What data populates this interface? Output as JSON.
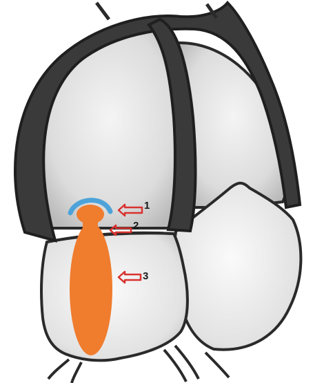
{
  "colors": {
    "background": "#ffffff",
    "outline": "#2a2a2a",
    "wall": "#3b3b3b",
    "chamber": "#d9d9d9",
    "highlight": "#4da3d9",
    "arrow": "#d9322f",
    "structure": "#f07c2e"
  },
  "labels": {
    "one": "1",
    "two": "2",
    "three": "3"
  }
}
